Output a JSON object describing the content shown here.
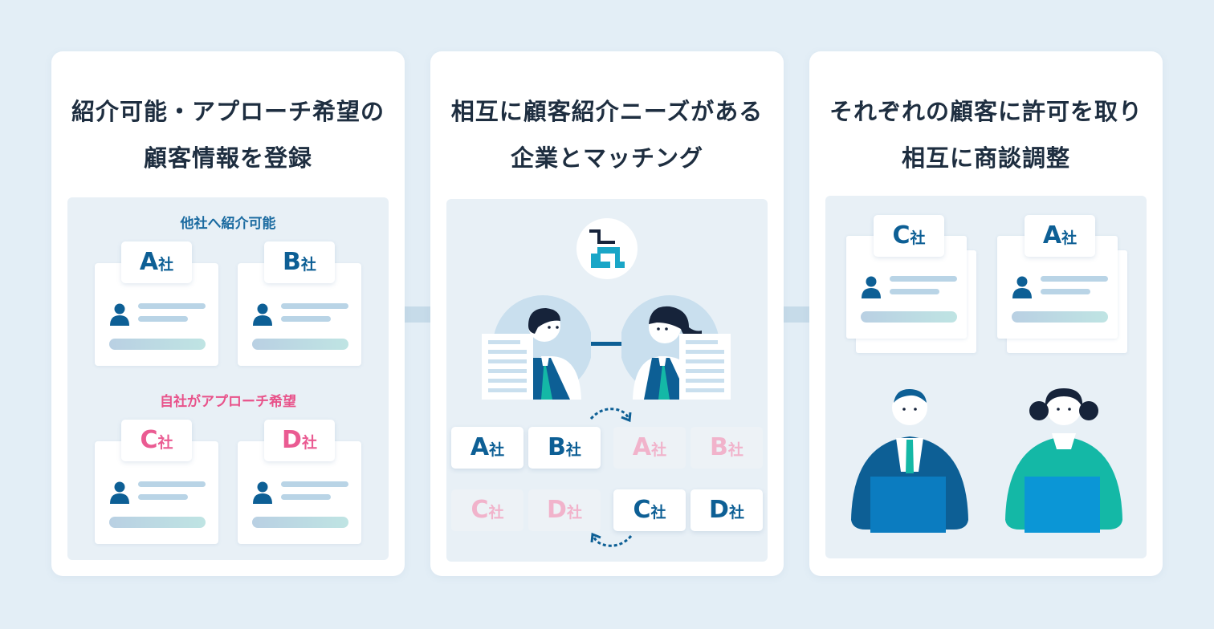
{
  "panels": [
    {
      "title_lines": [
        "紹介可能・アプローチ希望の",
        "顧客情報を登録"
      ],
      "section_refer": "他社へ紹介可能",
      "section_wish": "自社がアプローチ希望",
      "cards_refer": [
        {
          "letter": "A",
          "suffix": "社"
        },
        {
          "letter": "B",
          "suffix": "社"
        }
      ],
      "cards_wish": [
        {
          "letter": "C",
          "suffix": "社"
        },
        {
          "letter": "D",
          "suffix": "社"
        }
      ]
    },
    {
      "title_lines": [
        "相互に顧客紹介ニーズがある",
        "企業とマッチング"
      ],
      "tiles_row1": [
        {
          "letter": "A",
          "suffix": "社",
          "state": "active"
        },
        {
          "letter": "B",
          "suffix": "社",
          "state": "active"
        },
        {
          "letter": "A",
          "suffix": "社",
          "state": "faint"
        },
        {
          "letter": "B",
          "suffix": "社",
          "state": "faint"
        }
      ],
      "tiles_row2": [
        {
          "letter": "C",
          "suffix": "社",
          "state": "faint"
        },
        {
          "letter": "D",
          "suffix": "社",
          "state": "faint"
        },
        {
          "letter": "C",
          "suffix": "社",
          "state": "active"
        },
        {
          "letter": "D",
          "suffix": "社",
          "state": "active"
        }
      ]
    },
    {
      "title_lines": [
        "それぞれの顧客に許可を取り",
        "相互に商談調整"
      ],
      "docs": [
        {
          "letter": "C",
          "suffix": "社"
        },
        {
          "letter": "A",
          "suffix": "社"
        }
      ]
    }
  ],
  "colors": {
    "navy": "#0d5f95",
    "pink": "#ea5b92",
    "teal": "#14b8a6",
    "background": "#e3eef6"
  }
}
